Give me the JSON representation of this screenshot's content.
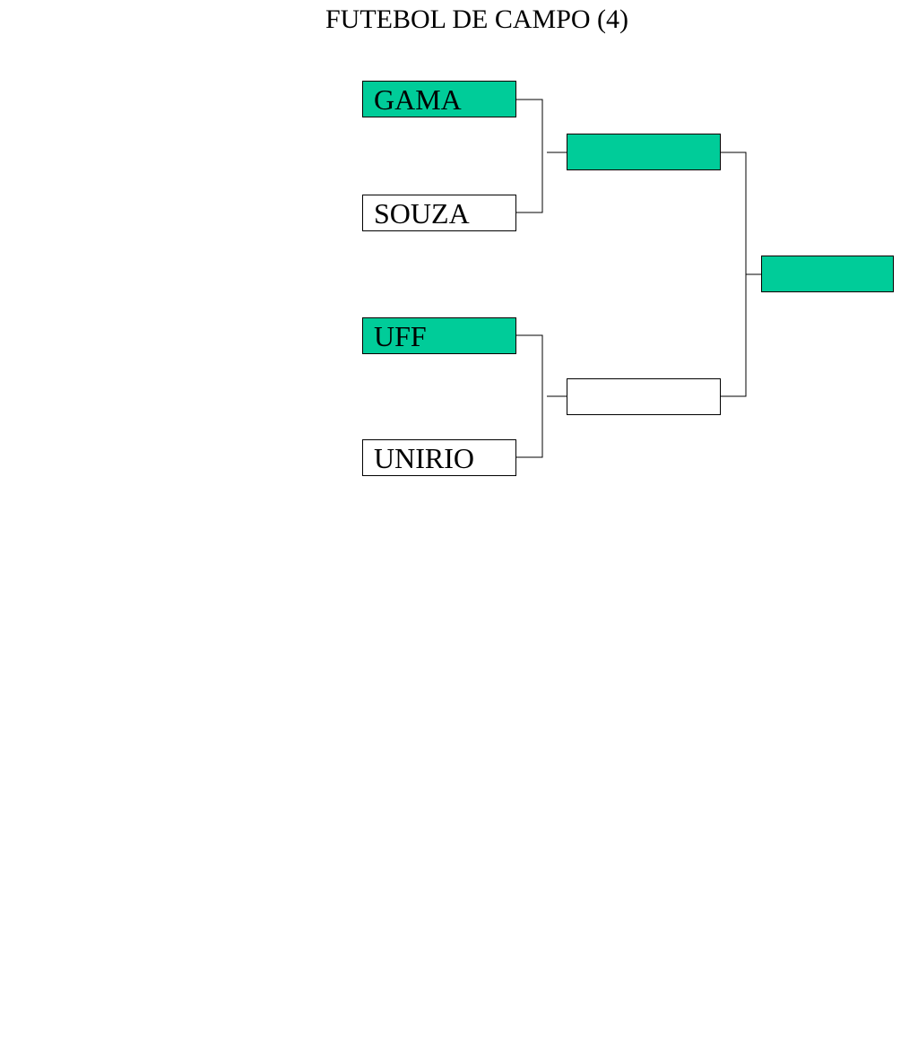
{
  "title": "FUTEBOL DE CAMPO (4)",
  "highlight_color": "#00cc99",
  "bracket": {
    "round1": [
      {
        "team": "GAMA",
        "highlighted": true
      },
      {
        "team": "SOUZA",
        "highlighted": false
      },
      {
        "team": "UFF",
        "highlighted": true
      },
      {
        "team": "UNIRIO",
        "highlighted": false
      }
    ],
    "round2": [
      {
        "team": "",
        "highlighted": true
      },
      {
        "team": "",
        "highlighted": false
      }
    ],
    "final": {
      "team": "",
      "highlighted": true
    }
  }
}
